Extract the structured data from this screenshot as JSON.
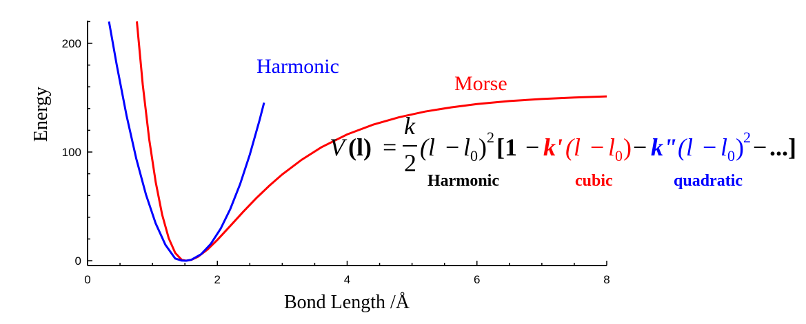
{
  "chart_data": {
    "type": "line",
    "xlabel": "Bond Length /Å",
    "ylabel": "Energy",
    "xlim": [
      0,
      8
    ],
    "ylim": [
      -5,
      220
    ],
    "x_ticks": [
      0,
      2,
      4,
      6,
      8
    ],
    "x_tick_labels": [
      "0",
      "2",
      "4",
      "6",
      "8"
    ],
    "y_ticks": [
      0,
      100,
      200
    ],
    "y_tick_labels": [
      "0",
      "100",
      "200"
    ],
    "grid": false,
    "series": [
      {
        "name": "Morse",
        "color": "#ff0000",
        "x": [
          0.76,
          0.85,
          0.95,
          1.05,
          1.15,
          1.25,
          1.35,
          1.45,
          1.52,
          1.6,
          1.7,
          1.85,
          2.0,
          2.2,
          2.4,
          2.6,
          2.8,
          3.0,
          3.3,
          3.6,
          4.0,
          4.4,
          4.8,
          5.2,
          5.6,
          6.0,
          6.5,
          7.0,
          7.5,
          8.0
        ],
        "y": [
          220.1,
          162.2,
          111.7,
          72.4,
          42.3,
          20.7,
          7.2,
          0.8,
          0.0,
          0.8,
          3.6,
          10.4,
          19.2,
          32.1,
          45.1,
          57.5,
          69.0,
          79.4,
          92.9,
          104.3,
          116.2,
          125.2,
          132.0,
          137.2,
          141.1,
          144.1,
          146.9,
          148.8,
          150.2,
          151.2
        ]
      },
      {
        "name": "Harmonic",
        "color": "#0000ff",
        "x": [
          0.33,
          0.45,
          0.6,
          0.75,
          0.9,
          1.05,
          1.2,
          1.35,
          1.45,
          1.52,
          1.6,
          1.75,
          1.9,
          2.05,
          2.2,
          2.35,
          2.5,
          2.65,
          2.72
        ],
        "y": [
          220.0,
          179.8,
          133.7,
          94.0,
          60.9,
          34.3,
          14.6,
          2.0,
          0.2,
          0.0,
          0.9,
          6.0,
          15.5,
          29.4,
          47.7,
          70.4,
          97.6,
          129.2,
          145.4
        ]
      }
    ],
    "annotations": {
      "harmonic_label": "Harmonic",
      "morse_label": "Morse",
      "equation": {
        "V": "V",
        "l_arg": "(l)",
        "equals": "=",
        "k": "k",
        "two": "2",
        "paren_l": "(l",
        "minus": "−",
        "l0": "l",
        "sub0": "0",
        "close_sq": ")",
        "sup2": "2",
        "bracket_open": "[1",
        "k1": "k'",
        "k2": "k\"",
        "dots": "...]",
        "term_harmonic": "Harmonic",
        "term_cubic": "cubic",
        "term_quadratic": "quadratic"
      }
    }
  }
}
